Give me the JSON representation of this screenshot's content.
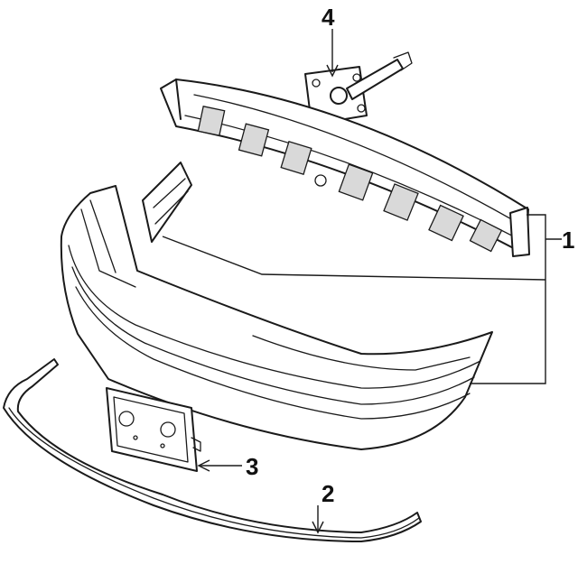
{
  "callouts": {
    "c1": "1",
    "c2": "2",
    "c3": "3",
    "c4": "4"
  },
  "colors": {
    "ink": "#1a1a1a",
    "background": "#ffffff"
  }
}
